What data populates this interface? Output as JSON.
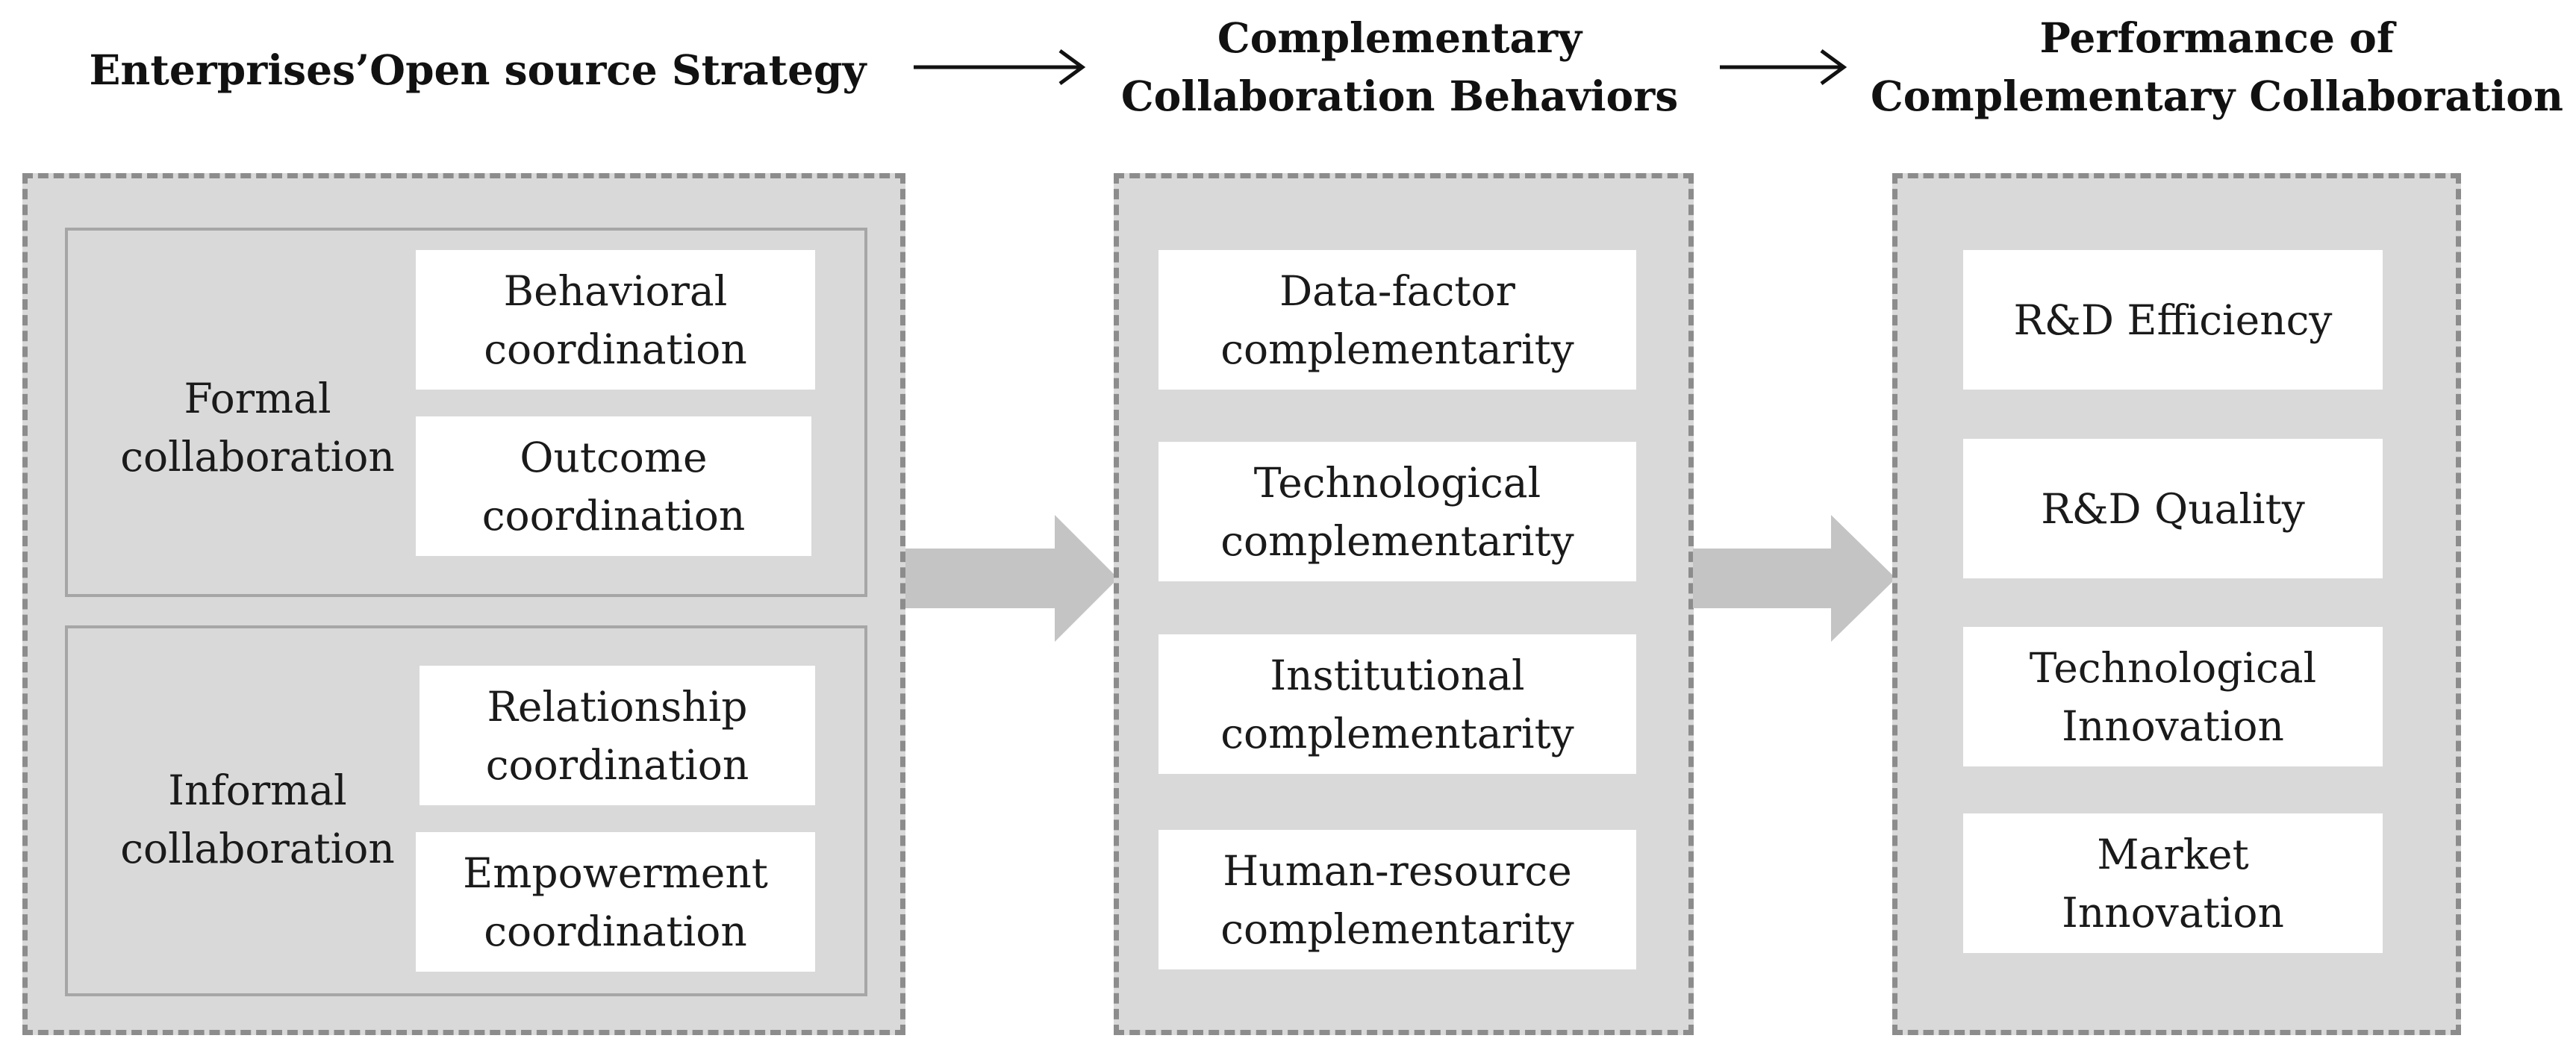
{
  "headers": {
    "strategy": "Enterprises’Open source Strategy",
    "behaviors": "Complementary\nCollaboration Behaviors",
    "performance": "Performance of\nComplementary Collaboration"
  },
  "strategy": {
    "formal": {
      "label": "Formal\ncollaboration",
      "items": [
        "Behavioral\ncoordination",
        "Outcome\ncoordination"
      ]
    },
    "informal": {
      "label": "Informal\ncollaboration",
      "items": [
        "Relationship\ncoordination",
        "Empowerment\ncoordination"
      ]
    }
  },
  "behaviors": {
    "items": [
      "Data-factor\ncomplementarity",
      "Technological\ncomplementarity",
      "Institutional\ncomplementarity",
      "Human-resource\ncomplementarity"
    ]
  },
  "performance": {
    "items": [
      "R&D Efficiency",
      "R&D Quality",
      "Technological\nInnovation",
      "Market\nInnovation"
    ]
  },
  "colors": {
    "panel_fill": "#d9d9d9",
    "panel_border": "#8c8c8c",
    "group_border": "#a6a6a6",
    "big_arrow": "#c4c4c4",
    "box_fill": "#ffffff",
    "text": "#1a1a1a"
  }
}
